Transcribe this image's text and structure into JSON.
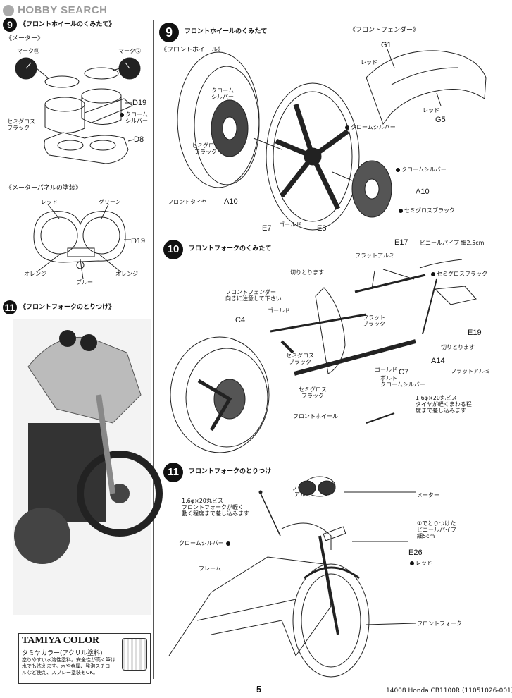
{
  "watermark": {
    "text": "HOBBY SEARCH"
  },
  "page_number": "5",
  "footer_code": "14008 Honda CB1100R (11051026-001)",
  "left": {
    "step9": {
      "num": "9",
      "title": "《フロントホイールのくみたて》",
      "meter_title": "《メーター》",
      "mark11": "マーク⑪",
      "mark12": "マーク⑫",
      "d19": "D19",
      "d8": "D8",
      "chrome_silver": "クローム\nシルバー",
      "semigloss_black": "セミグロス\nブラック"
    },
    "panel": {
      "title": "《メーターパネルの塗装》",
      "red": "レッド",
      "green": "グリーン",
      "d19": "D19",
      "orange_l": "オレンジ",
      "blue": "ブルー",
      "orange_r": "オレンジ"
    },
    "step11": {
      "num": "11",
      "title": "《フロントフォークのとりつけ》"
    },
    "tamiya": {
      "brand": "TAMIYA COLOR",
      "subtitle": "タミヤカラー(アクリル塗料)",
      "body": "塗りやすい水溶性塗料。安全性が高く筆は水でも洗えます。木や金属、発泡スチロールなど使え、スプレー塗装もOK。"
    }
  },
  "right": {
    "step9": {
      "num": "9",
      "title": "フロントホイールのくみたて",
      "front_wheel": "《フロントホイール》",
      "front_fender": "《フロントフェンダー》",
      "g1": "G1",
      "red1": "レッド",
      "red2": "レッド",
      "g5": "G5",
      "chrome_silver_tag": "クローム\nシルバー",
      "semigloss_black_tag": "セミグロス\nブラック",
      "chrome_silver_r1": "クロームシルバー",
      "chrome_silver_r2": "クロームシルバー",
      "semigloss_black_r": "セミグロスブラック",
      "front_tire": "フロントタイヤ",
      "a10_l": "A10",
      "a10_r": "A10",
      "e7": "E7",
      "gold": "ゴールド",
      "e8": "E8"
    },
    "step10": {
      "num": "10",
      "title": "フロントフォークのくみたて",
      "e17": "E17",
      "vinyl_pipe": "ビニールパイプ 細2.5cm",
      "flat_alumi_top": "フラットアルミ",
      "semigloss_black_top": "セミグロスブラック",
      "cut_off_1": "切りとります",
      "fender_note": "フロントフェンダー\n向きに注意して下さい",
      "gold_l": "ゴールド",
      "c4": "C4",
      "flat_black": "フラット\nブラック",
      "e19": "E19",
      "cut_off_2": "切りとります",
      "semigloss_black_mid": "セミグロス\nブラック",
      "gold_mid": "ゴールド",
      "c7": "C7",
      "a14": "A14",
      "flat_alumi_mid": "フラットアルミ",
      "bolt_chrome": "ボルト\nクロームシルバー",
      "semigloss_black_bot": "セミグロス\nブラック",
      "screw_note": "1.6φ×20丸ビス\nタイヤが軽くまわる程\n度まで差し込みます",
      "front_wheel": "フロントホイール"
    },
    "step11": {
      "num": "11",
      "title": "フロントフォークのとりつけ",
      "flat_alumi": "フラット\nアルミ",
      "meter": "メーター",
      "screw_note": "1.6φ×20丸ビス\nフロントフォークが軽く\n動く程度まで差し込みます",
      "vinyl_note": "①でとりつけた\nビニールパイプ\n細5cm",
      "chrome_silver": "クロームシルバー",
      "e26": "E26",
      "red": "レッド",
      "frame": "フレーム",
      "front_fork": "フロントフォーク"
    }
  }
}
